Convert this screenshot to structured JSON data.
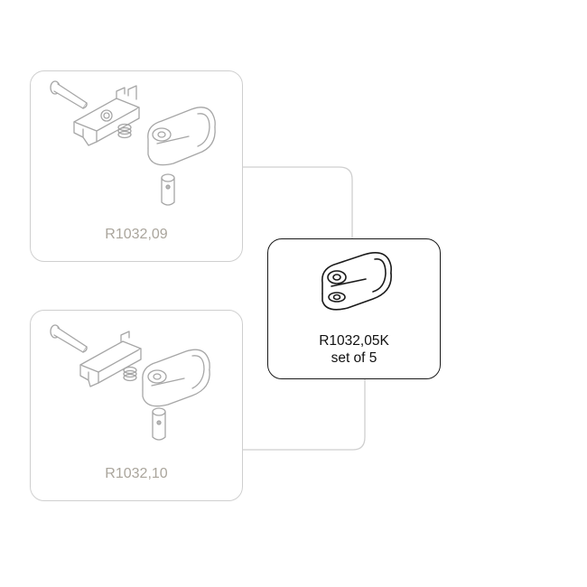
{
  "diagram": {
    "top_part": {
      "code": "R1032,09"
    },
    "bottom_part": {
      "code": "R1032,10"
    },
    "main_part": {
      "code": "R1032,05K",
      "note": "set of 5"
    }
  },
  "colors": {
    "faded_border": "#cfcfcf",
    "main_border": "#1a1a1a",
    "faded_text": "#aaa59c"
  }
}
